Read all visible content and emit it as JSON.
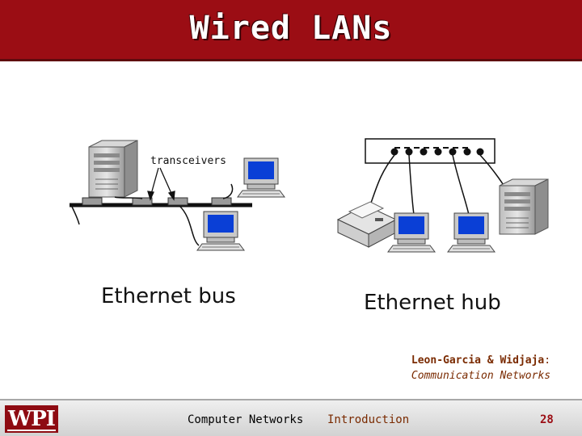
{
  "slide": {
    "title": "Wired LANs"
  },
  "diagram": {
    "transceivers_label": "transceivers",
    "bus_caption": "Ethernet bus",
    "hub_caption": "Ethernet hub"
  },
  "credit": {
    "authors": "Leon-Garcia & Widjaja",
    "colon": ":",
    "book": "Communication Networks"
  },
  "footer": {
    "logo_text": "WPI",
    "course": "Computer Networks",
    "section": "Introduction",
    "page_number": "28"
  },
  "colors": {
    "title_bar": "#9b0d14",
    "credit_text": "#7a2a00",
    "monitor_screen": "#0a3fd6"
  }
}
